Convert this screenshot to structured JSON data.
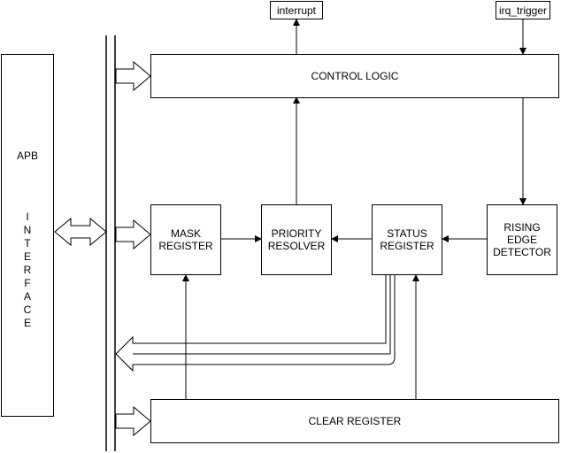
{
  "apb": {
    "title": "APB",
    "interface_vertical": "I\nN\nT\nE\nR\nF\nA\nC\nE"
  },
  "signals": {
    "interrupt": "interrupt",
    "irq_trigger": "irq_trigger"
  },
  "blocks": {
    "control_logic": "CONTROL LOGIC",
    "mask_register": "MASK\nREGISTER",
    "priority_resolver": "PRIORITY\nRESOLVER",
    "status_register": "STATUS\nREGISTER",
    "rising_edge_detector": "RISING\nEDGE\nDETECTOR",
    "clear_register": "CLEAR REGISTER"
  }
}
